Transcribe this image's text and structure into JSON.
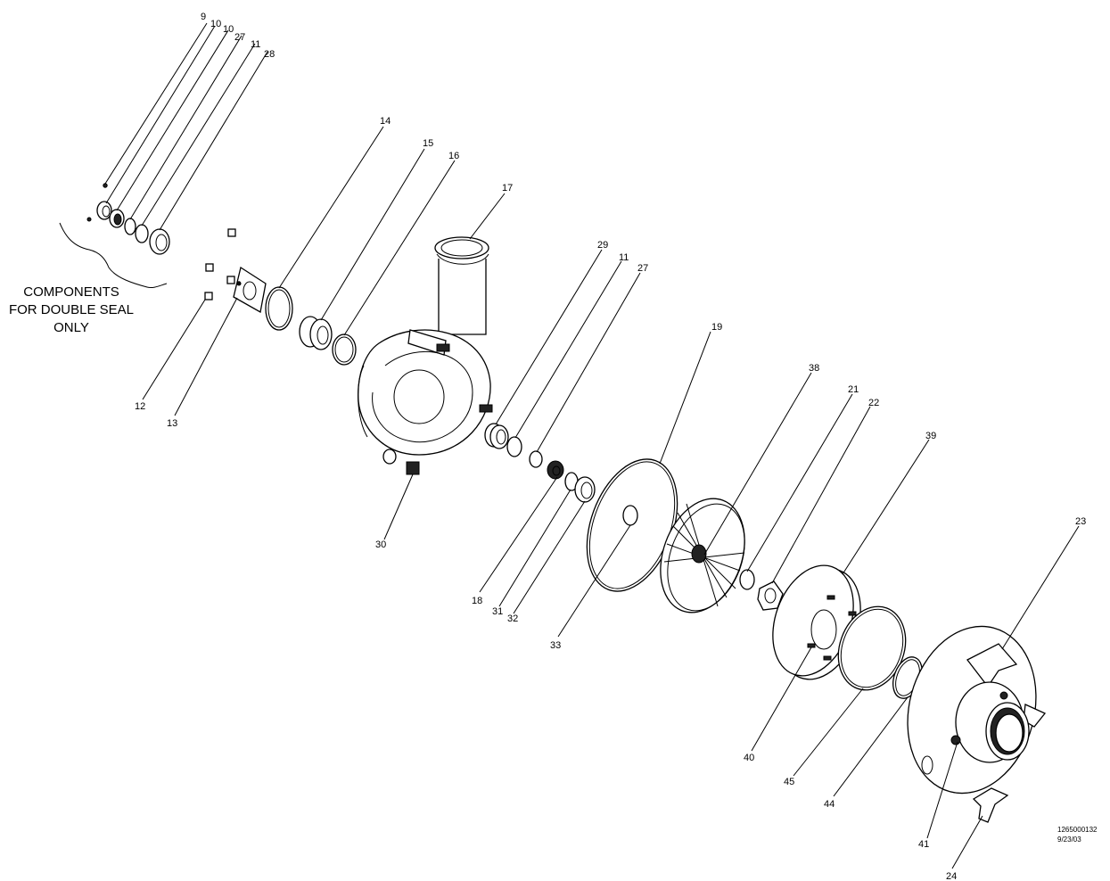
{
  "note": {
    "lines": [
      "COMPONENTS",
      "FOR DOUBLE SEAL",
      "ONLY"
    ]
  },
  "drawing_id": "1265000132",
  "drawing_date": "9/23/03",
  "callouts": {
    "c9": "9",
    "c10a": "10",
    "c10b": "10",
    "c27a": "27",
    "c11a": "11",
    "c28": "28",
    "c12": "12",
    "c13": "13",
    "c14": "14",
    "c15": "15",
    "c16": "16",
    "c17": "17",
    "c30": "30",
    "c29": "29",
    "c11b": "11",
    "c27b": "27",
    "c19": "19",
    "c18": "18",
    "c31": "31",
    "c32": "32",
    "c33": "33",
    "c38": "38",
    "c21": "21",
    "c22": "22",
    "c39": "39",
    "c40": "40",
    "c45": "45",
    "c44": "44",
    "c23": "23",
    "c41": "41",
    "c24": "24"
  }
}
